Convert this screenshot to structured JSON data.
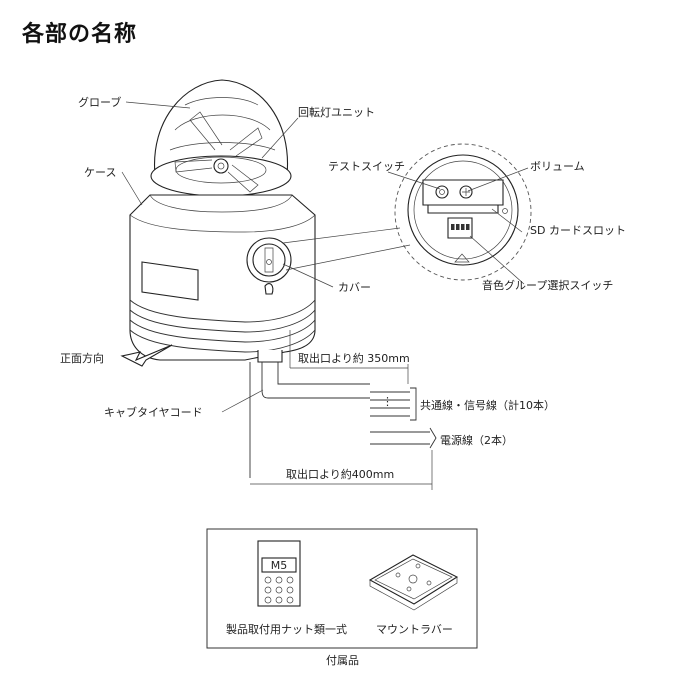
{
  "title": "各部の名称",
  "labels": {
    "globe": "グローブ",
    "rotating_unit": "回転灯ユニット",
    "case": "ケース",
    "test_switch": "テストスイッチ",
    "volume": "ボリューム",
    "sd_slot": "SD カードスロット",
    "tone_switch": "音色グループ選択スイッチ",
    "cover": "カバー",
    "front_direction": "正面方向",
    "cable_350": "取出口より約 350mm",
    "signal_wires": "共通線・信号線（計10本）",
    "power_wires": "電源線（2本）",
    "cabtire_cord": "キャブタイヤコード",
    "cable_400": "取出口より約400mm"
  },
  "accessories": {
    "nut_label": "M5",
    "nut_set": "製品取付用ナット類一式",
    "mount_rubber": "マウントラバー",
    "caption": "付属品"
  }
}
